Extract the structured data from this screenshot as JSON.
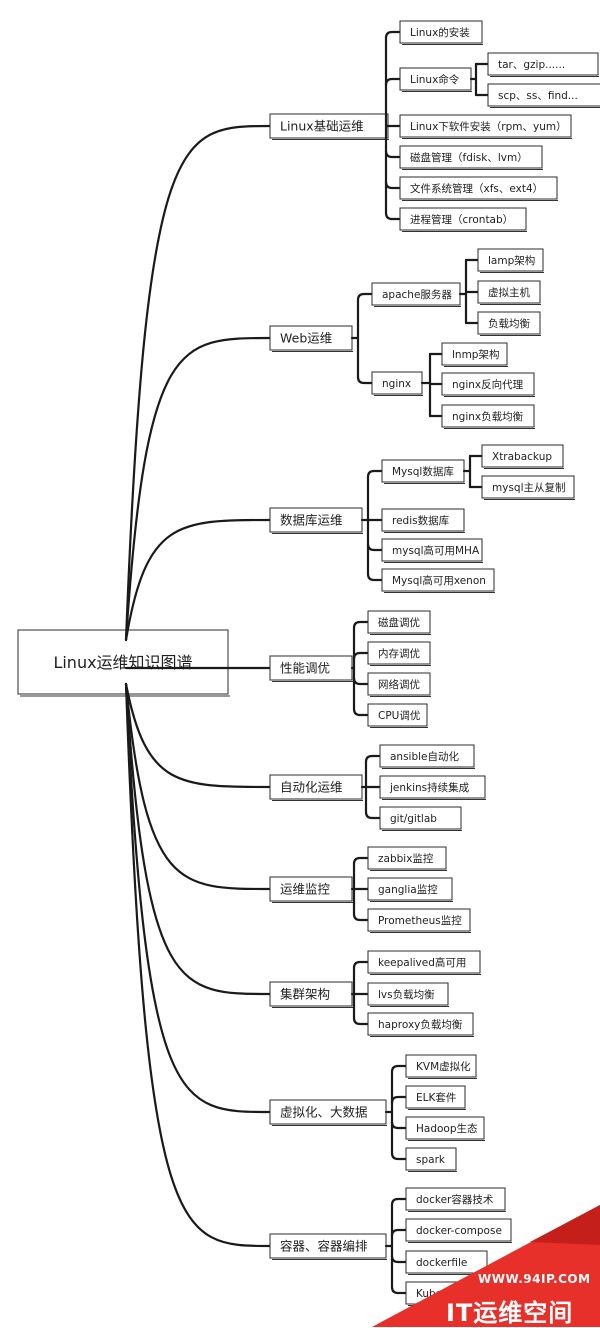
{
  "root": "Linux运维知识图谱",
  "branches": [
    {
      "label": "Linux基础运维",
      "children": [
        {
          "label": "Linux的安装"
        },
        {
          "label": "Linux命令",
          "children": [
            {
              "label": "tar、gzip......"
            },
            {
              "label": "scp、ss、find..."
            }
          ]
        },
        {
          "label": "Linux下软件安装（rpm、yum）"
        },
        {
          "label": "磁盘管理（fdisk、lvm）"
        },
        {
          "label": "文件系统管理（xfs、ext4）"
        },
        {
          "label": "进程管理（crontab）"
        }
      ]
    },
    {
      "label": "Web运维",
      "children": [
        {
          "label": "apache服务器",
          "children": [
            {
              "label": "lamp架构"
            },
            {
              "label": "虚拟主机"
            },
            {
              "label": "负载均衡"
            }
          ]
        },
        {
          "label": "nginx",
          "children": [
            {
              "label": "lnmp架构"
            },
            {
              "label": "nginx反向代理"
            },
            {
              "label": "nginx负载均衡"
            }
          ]
        }
      ]
    },
    {
      "label": "数据库运维",
      "children": [
        {
          "label": "Mysql数据库",
          "children": [
            {
              "label": "Xtrabackup"
            },
            {
              "label": "mysql主从复制"
            }
          ]
        },
        {
          "label": "redis数据库"
        },
        {
          "label": "mysql高可用MHA"
        },
        {
          "label": "Mysql高可用xenon"
        }
      ]
    },
    {
      "label": "性能调优",
      "children": [
        {
          "label": "磁盘调优"
        },
        {
          "label": "内存调优"
        },
        {
          "label": "网络调优"
        },
        {
          "label": "CPU调优"
        }
      ]
    },
    {
      "label": "自动化运维",
      "children": [
        {
          "label": "ansible自动化"
        },
        {
          "label": "jenkins持续集成"
        },
        {
          "label": "git/gitlab"
        }
      ]
    },
    {
      "label": "运维监控",
      "children": [
        {
          "label": "zabbix监控"
        },
        {
          "label": "ganglia监控"
        },
        {
          "label": "Prometheus监控"
        }
      ]
    },
    {
      "label": "集群架构",
      "children": [
        {
          "label": "keepalived高可用"
        },
        {
          "label": "lvs负载均衡"
        },
        {
          "label": "haproxy负载均衡"
        }
      ]
    },
    {
      "label": "虚拟化、大数据",
      "children": [
        {
          "label": "KVM虚拟化"
        },
        {
          "label": "ELK套件"
        },
        {
          "label": "Hadoop生态"
        },
        {
          "label": "spark"
        }
      ]
    },
    {
      "label": "容器、容器编排",
      "children": [
        {
          "label": "docker容器技术"
        },
        {
          "label": "docker-compose"
        },
        {
          "label": "dockerfile"
        },
        {
          "label": "Kubernetes"
        }
      ]
    }
  ],
  "watermark": {
    "url": "WWW.94IP.COM",
    "title": "IT运维空间"
  },
  "colors": {
    "line": "#1a1a1a",
    "box_border": "#2b2b2b",
    "text": "#1f1f1f",
    "watermark_bg": "#e8302a",
    "watermark_text": "#ffffff"
  }
}
